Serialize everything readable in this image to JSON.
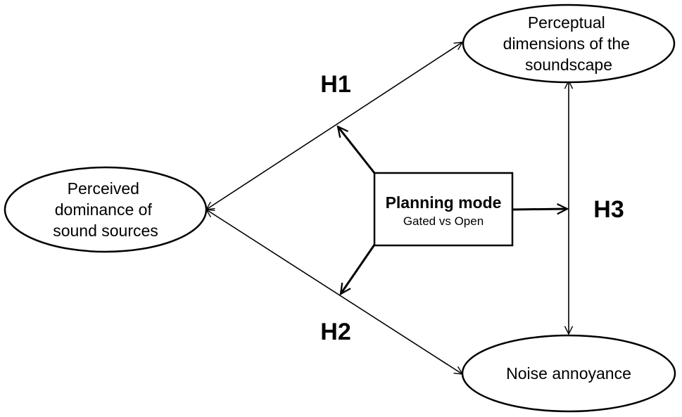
{
  "nodes": {
    "soundscape": {
      "lines": [
        "Perceptual",
        "dimensions of the",
        "soundscape"
      ]
    },
    "dominance": {
      "lines": [
        "Perceived",
        "dominance of",
        "sound sources"
      ]
    },
    "annoyance": {
      "lines": [
        "Noise annoyance"
      ]
    },
    "planning": {
      "title": "Planning mode",
      "subtitle": "Gated vs Open"
    }
  },
  "hypotheses": {
    "h1": "H1",
    "h2": "H2",
    "h3": "H3"
  }
}
